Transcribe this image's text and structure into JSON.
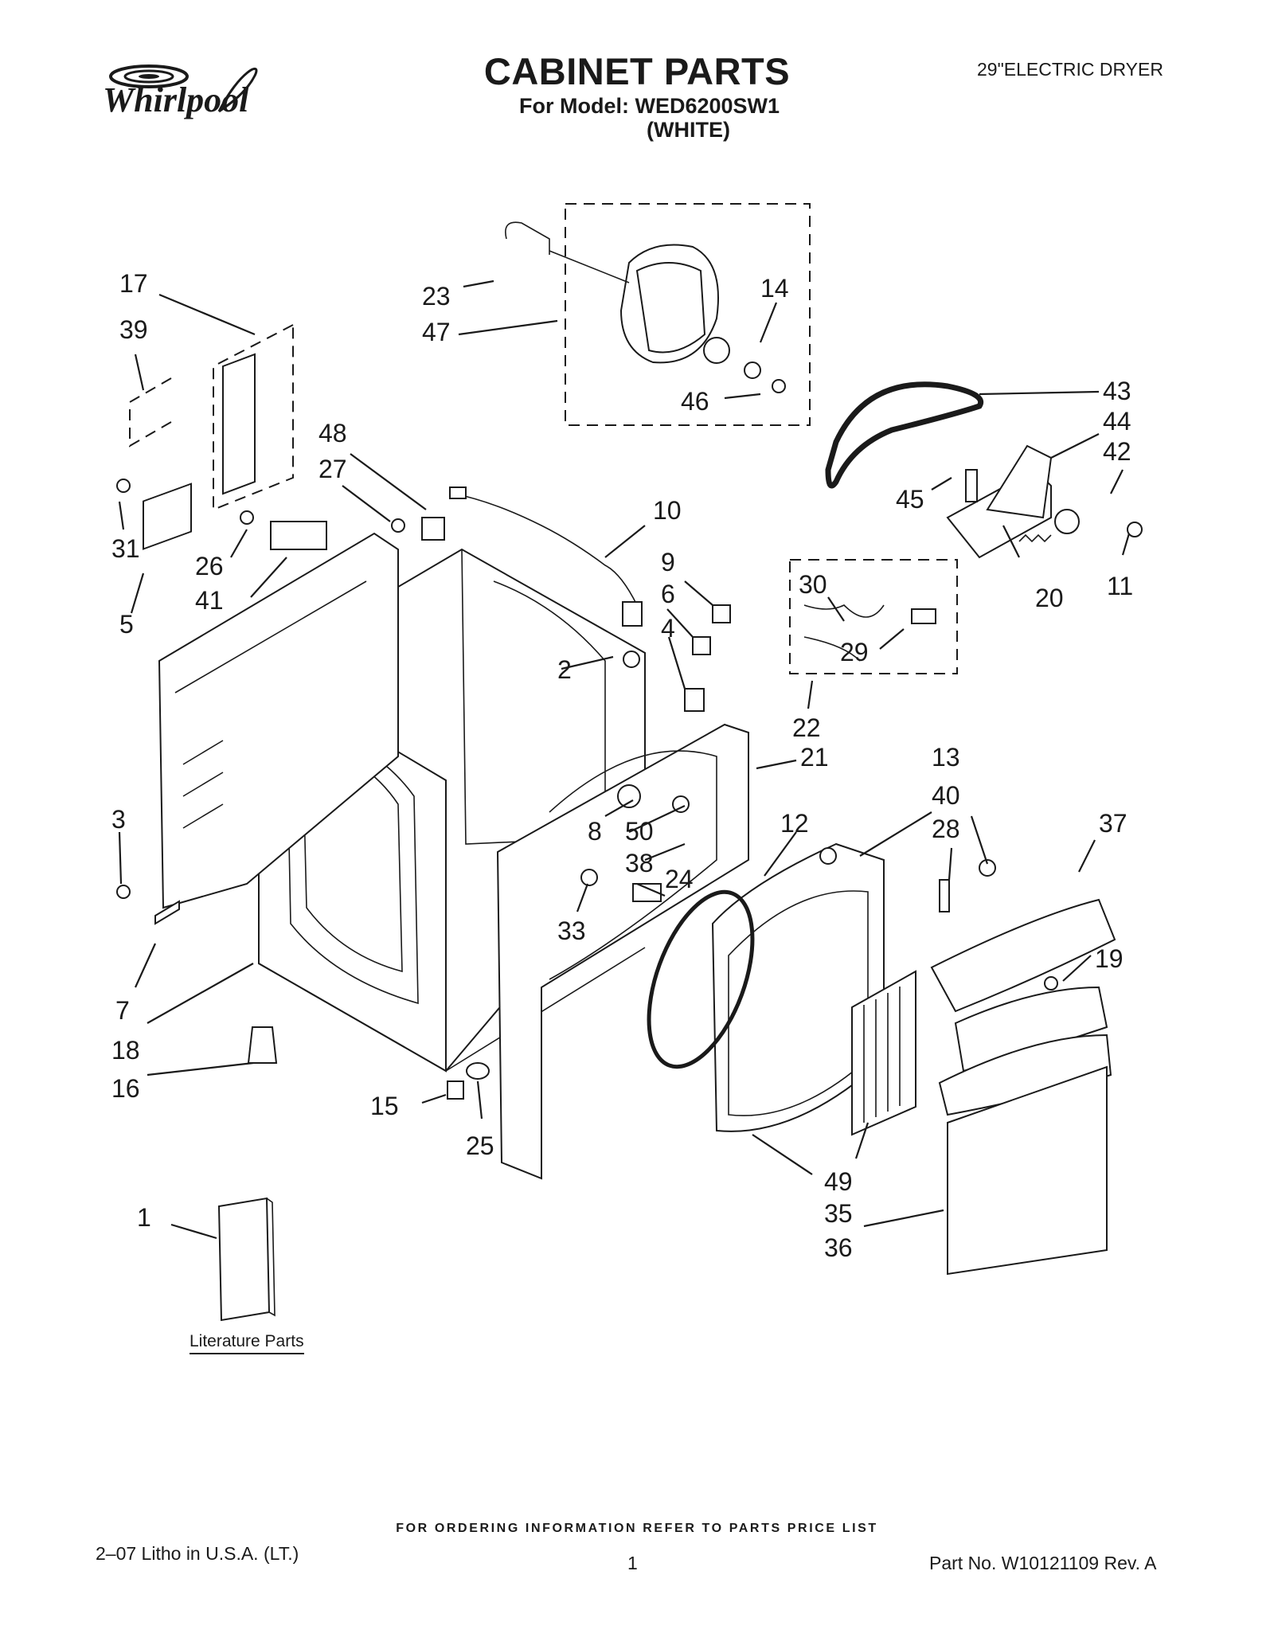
{
  "header": {
    "brand": "Whirlpool",
    "title": "CABINET PARTS",
    "model_line": "For Model: WED6200SW1",
    "color_line": "(WHITE)",
    "product_type": "29\"ELECTRIC DRYER"
  },
  "callouts": [
    "17",
    "39",
    "23",
    "47",
    "14",
    "46",
    "43",
    "44",
    "42",
    "45",
    "48",
    "27",
    "10",
    "31",
    "26",
    "41",
    "5",
    "9",
    "6",
    "4",
    "2",
    "30",
    "29",
    "20",
    "11",
    "22",
    "21",
    "13",
    "40",
    "28",
    "37",
    "3",
    "8",
    "50",
    "38",
    "24",
    "12",
    "33",
    "19",
    "7",
    "18",
    "16",
    "15",
    "25",
    "49",
    "35",
    "36",
    "1"
  ],
  "literature_label": "Literature Parts",
  "footer": {
    "ordering_note": "FOR ORDERING INFORMATION REFER TO PARTS PRICE LIST",
    "litho": "2–07 Litho in U.S.A. (LT.)",
    "page_number": "1",
    "part_number": "Part No. W10121109 Rev. A"
  }
}
